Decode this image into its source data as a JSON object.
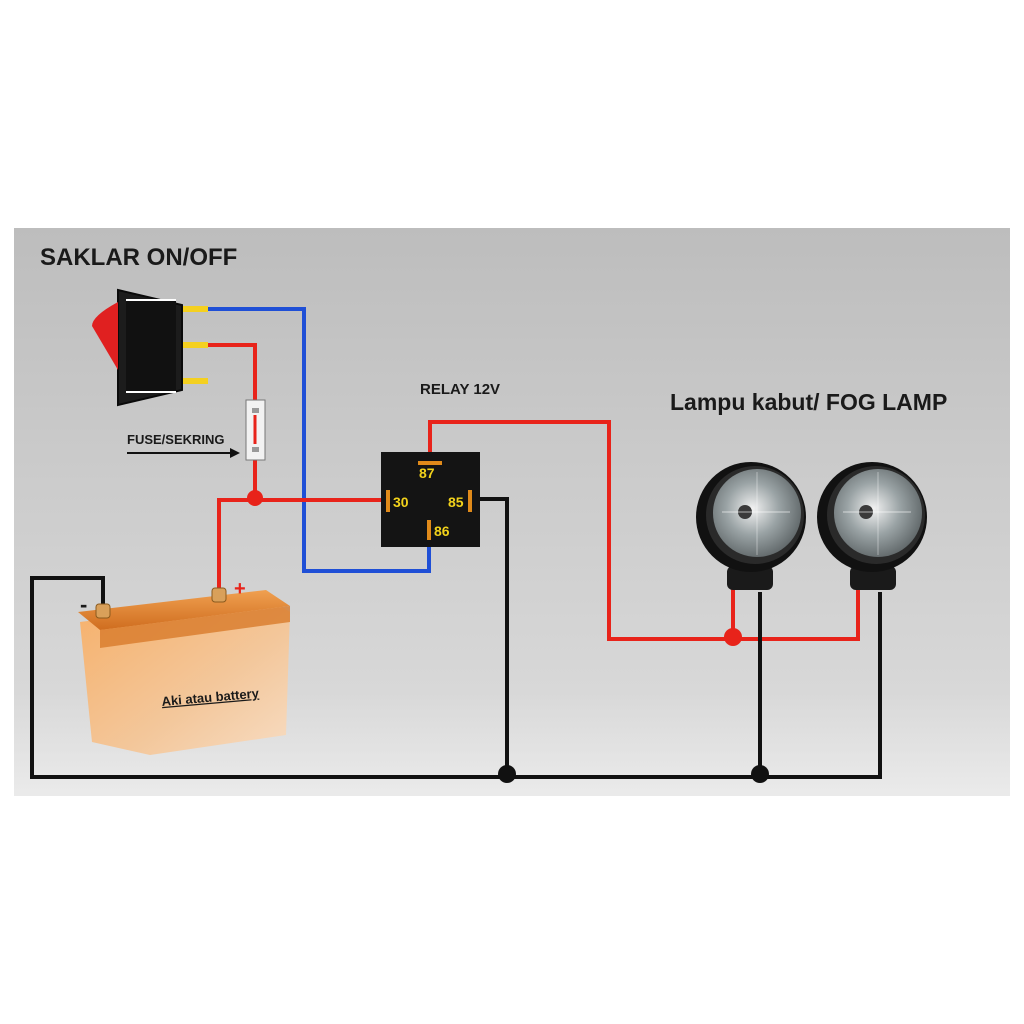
{
  "labels": {
    "switch": "SAKLAR ON/OFF",
    "fuse": "FUSE/SEKRING",
    "relay": "RELAY 12V",
    "fog_lamp": "Lampu kabut/ FOG LAMP",
    "battery": "Aki atau battery",
    "battery_plus": "+",
    "battery_minus": "-"
  },
  "relay_pins": {
    "p87": "87",
    "p30": "30",
    "p85": "85",
    "p86": "86"
  },
  "colors": {
    "wire_positive": "#e8231a",
    "wire_control": "#1f4fd6",
    "wire_ground": "#111111",
    "relay_body": "#141414",
    "pin_text": "#f2d21b",
    "switch_rocker": "#e02020",
    "battery_body": "#e89a4c",
    "background": "#c4c4c4"
  }
}
